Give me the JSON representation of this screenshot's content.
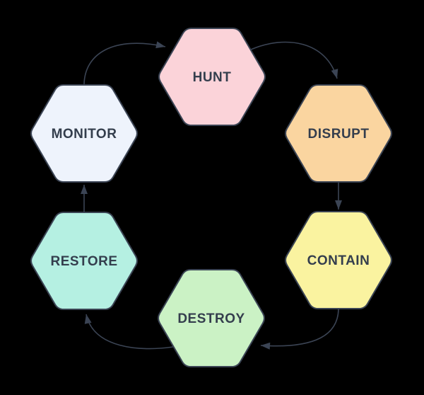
{
  "diagram": {
    "type": "cycle",
    "background": "#000000",
    "stroke_color": "#3b4454",
    "text_color": "#343e4d",
    "nodes": [
      {
        "id": "hunt",
        "label": "HUNT",
        "fill": "#fbd3d9",
        "position": "top"
      },
      {
        "id": "disrupt",
        "label": "DISRUPT",
        "fill": "#fad5a0",
        "position": "upper-right"
      },
      {
        "id": "contain",
        "label": "CONTAIN",
        "fill": "#faf3a0",
        "position": "lower-right"
      },
      {
        "id": "destroy",
        "label": "DESTROY",
        "fill": "#cbf2c5",
        "position": "bottom"
      },
      {
        "id": "restore",
        "label": "RESTORE",
        "fill": "#b5f0e2",
        "position": "lower-left"
      },
      {
        "id": "monitor",
        "label": "MONITOR",
        "fill": "#eef3fc",
        "position": "upper-left"
      }
    ],
    "edges": [
      {
        "from": "hunt",
        "to": "disrupt"
      },
      {
        "from": "disrupt",
        "to": "contain"
      },
      {
        "from": "contain",
        "to": "destroy"
      },
      {
        "from": "destroy",
        "to": "restore"
      },
      {
        "from": "restore",
        "to": "monitor"
      },
      {
        "from": "monitor",
        "to": "hunt"
      }
    ]
  }
}
